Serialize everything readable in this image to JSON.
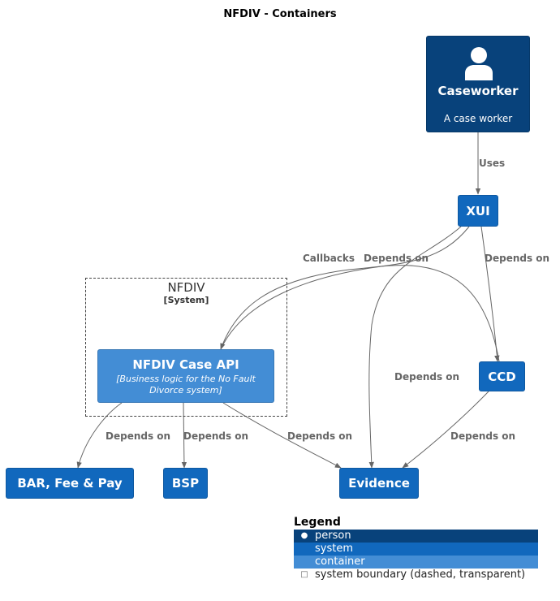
{
  "title": "NFDIV - Containers",
  "nodes": {
    "caseworker": {
      "label": "Caseworker",
      "description": "A case worker"
    },
    "xui": {
      "label": "XUI"
    },
    "ccd": {
      "label": "CCD"
    },
    "case_api": {
      "label": "NFDIV Case API",
      "technology_line1": "[Business logic for the No Fault",
      "technology_line2": "Divorce system]"
    },
    "bar": {
      "label": "BAR, Fee & Pay"
    },
    "bsp": {
      "label": "BSP"
    },
    "evidence": {
      "label": "Evidence"
    }
  },
  "boundary": {
    "name": "NFDIV",
    "type": "[System]"
  },
  "edges": {
    "uses": "Uses",
    "callbacks": "Callbacks",
    "xui_evidence": "Depends on",
    "xui_ccd": "Depends on",
    "api_ccd": "Depends on",
    "api_bar": "Depends on",
    "api_bsp": "Depends on",
    "api_evidence": "Depends on",
    "ccd_evidence": "Depends on"
  },
  "legend": {
    "title": "Legend",
    "items": [
      {
        "label": "person",
        "color": "#08427B",
        "icon": "person-icon"
      },
      {
        "label": "system",
        "color": "#1168BD",
        "icon": "system-icon"
      },
      {
        "label": "container",
        "color": "#438DD5",
        "icon": "container-icon"
      },
      {
        "label": "system boundary (dashed, transparent)",
        "color": "#ffffff",
        "icon": "boundary-icon"
      }
    ]
  },
  "colors": {
    "person": "#08427B",
    "container": "#1168BD",
    "container_light": "#438DD5",
    "edge": "#666666"
  }
}
